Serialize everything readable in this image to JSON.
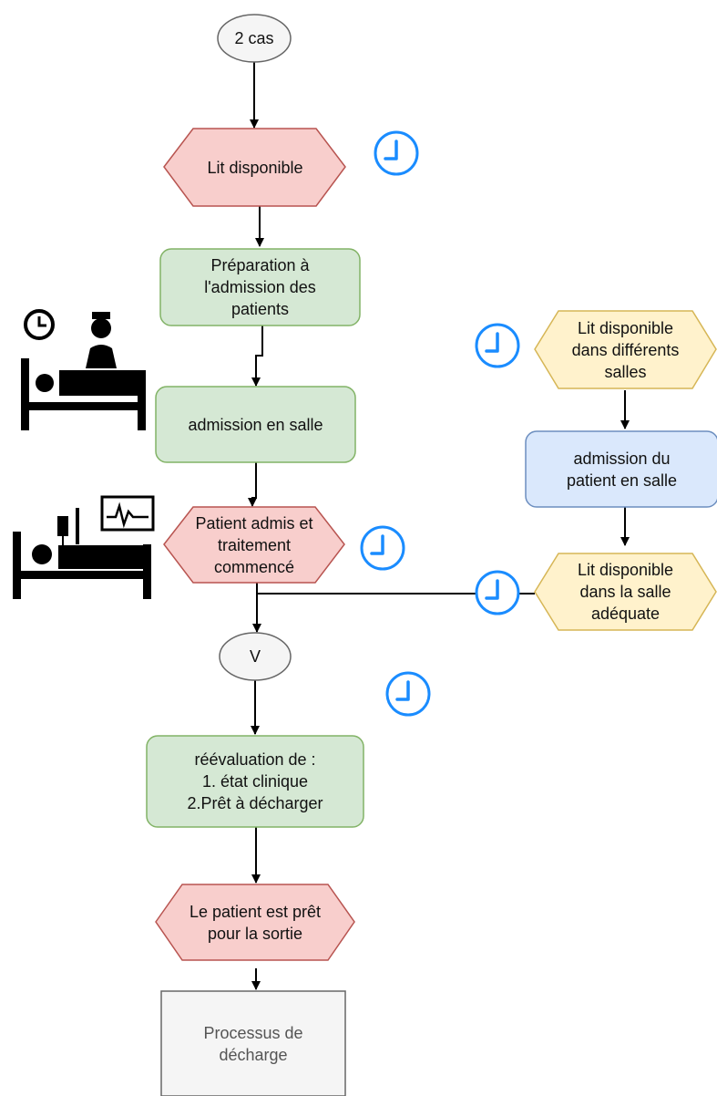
{
  "nodes": {
    "start": "2 cas",
    "lit_disponible": "Lit disponible",
    "preparation": "Préparation à\nl'admission des\npatients",
    "admission_salle": "admission en salle",
    "patient_admis": "Patient admis et\ntraitement\ncommencé",
    "or_connector": "V",
    "reevaluation": "réévaluation de :\n1. état clinique\n2.Prêt à décharger",
    "pret_sortie": "Le patient est prêt\npour la sortie",
    "processus_decharge": "Processus de\ndécharge",
    "lit_differentes_salles": "Lit disponible\ndans différents\nsalles",
    "admission_patient_salle": "admission du\npatient en salle",
    "lit_salle_adequate": "Lit disponible\ndans la salle\nadéquate"
  },
  "icons": {
    "clock": "clock-icon",
    "nurse_bed": "nurse-at-bedside-icon",
    "patient_monitor": "patient-bed-monitor-icon"
  },
  "colors": {
    "event_fill": "#f8cecc",
    "event_stroke": "#b85450",
    "function_fill": "#d5e8d4",
    "function_stroke": "#82b366",
    "alt_event_fill": "#fff2cc",
    "alt_event_stroke": "#d6b656",
    "alt_function_fill": "#dae8fc",
    "alt_function_stroke": "#6c8ebf",
    "connector_fill": "#f5f5f5",
    "connector_stroke": "#666666",
    "clock": "#1a8cff"
  }
}
